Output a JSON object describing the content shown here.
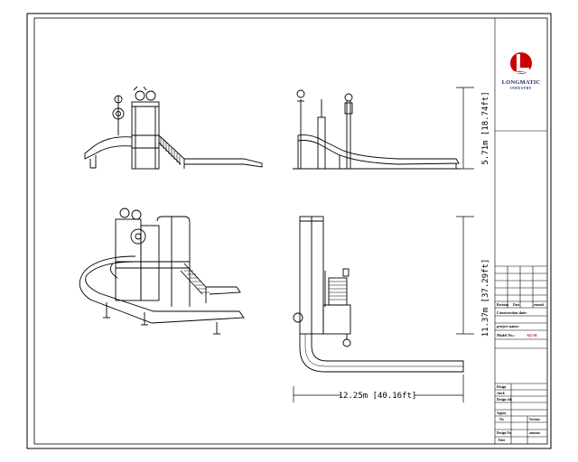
{
  "brand": {
    "name": "LONGMATIC",
    "subtitle": "INDUSTRY",
    "logo_color": "#cc0000",
    "text_color": "#1f2a66"
  },
  "dimensions": {
    "height_top": "5.71m [18.74ft]",
    "height_bottom": "11.37m [37.29ft]",
    "width_bottom": "12.25m [40.16ft]"
  },
  "title_block": {
    "revision": "Revision",
    "date": "Date",
    "remark": "remark",
    "construction_date": "Construction date:",
    "project_name": "project name:",
    "model_no_label": "Model No.:",
    "model_no_value": "AG-01",
    "design": "Design",
    "check": "check",
    "design_chk": "Design chk",
    "approve": "Appro.",
    "no": "No.",
    "version": "Version",
    "design_no": "Design No.",
    "amount": "amount",
    "date2": "Date"
  }
}
